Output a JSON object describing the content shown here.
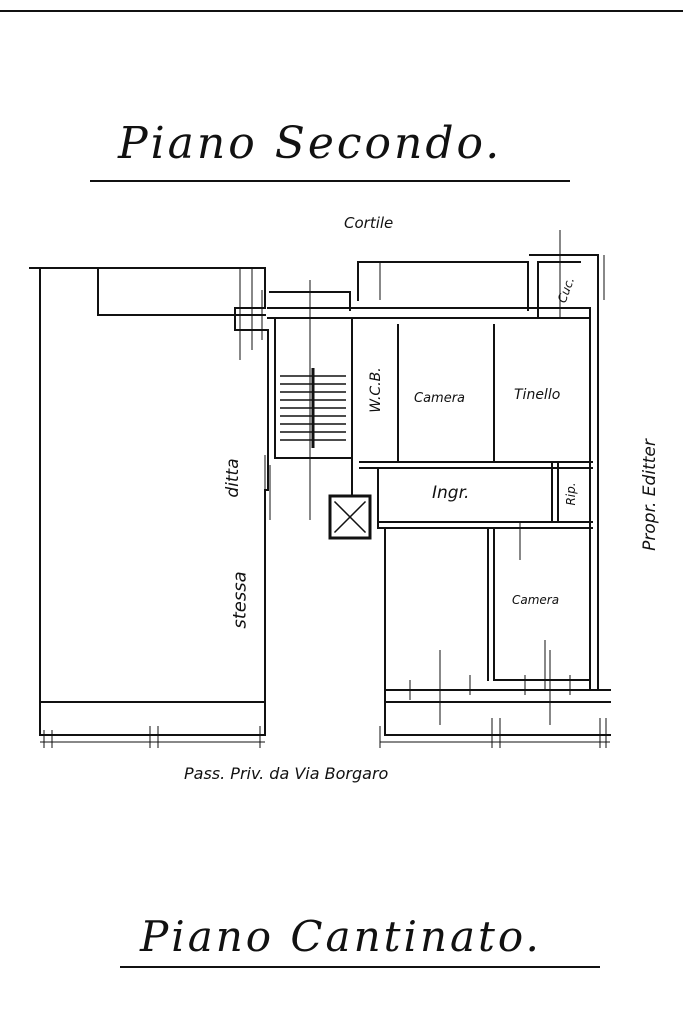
{
  "titles": {
    "top": "Piano Secondo.",
    "bottom": "Piano Cantinato."
  },
  "labels": {
    "courtyard": "Cortile",
    "wc": "W.C.B.",
    "room_1": "Camera",
    "dining": "Tinello",
    "kitchen": "Cuc.",
    "entrance": "Ingr.",
    "storage": "Rip.",
    "room_2": "Camera",
    "same_company_left": "stessa",
    "same_company_right": "ditta",
    "adjacent_owner": "Propr. Editter",
    "street": "Pass. Priv. da Via Borgaro"
  },
  "colors": {
    "ink": "#111111",
    "paper": "#ffffff"
  }
}
